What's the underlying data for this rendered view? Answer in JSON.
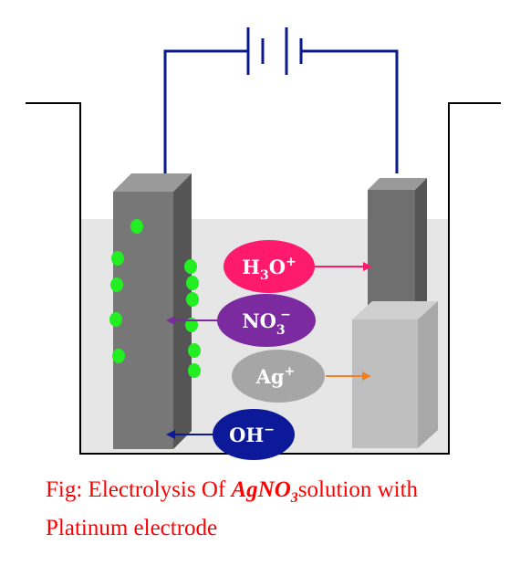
{
  "ions": {
    "h3o": {
      "base": "H",
      "sub": "3",
      "mid": "O",
      "sup": "+",
      "color": "#ff1a6e"
    },
    "no3": {
      "base": "NO",
      "sub": "3",
      "sup": "−",
      "color": "#7b2aa0"
    },
    "ag": {
      "base": "Ag",
      "sup": "+",
      "color": "#a6a6a6"
    },
    "oh": {
      "base": "OH",
      "sup": "−",
      "color": "#0c1a9a"
    }
  },
  "caption": {
    "prefix": "Fig: Electrolysis Of ",
    "formula_base": "AgNO",
    "formula_sub": "3",
    "suffix": "solution with",
    "line2": "Platinum electrode"
  },
  "colors": {
    "wire": "#0a1a8c",
    "solution": "#e6e6e6",
    "bubbles": "#22ee22",
    "h3o_arrow": "#ff1a6e",
    "ag_arrow": "#f08020",
    "no3_arrow": "#7b2aa0",
    "oh_arrow": "#0c1a9a"
  }
}
